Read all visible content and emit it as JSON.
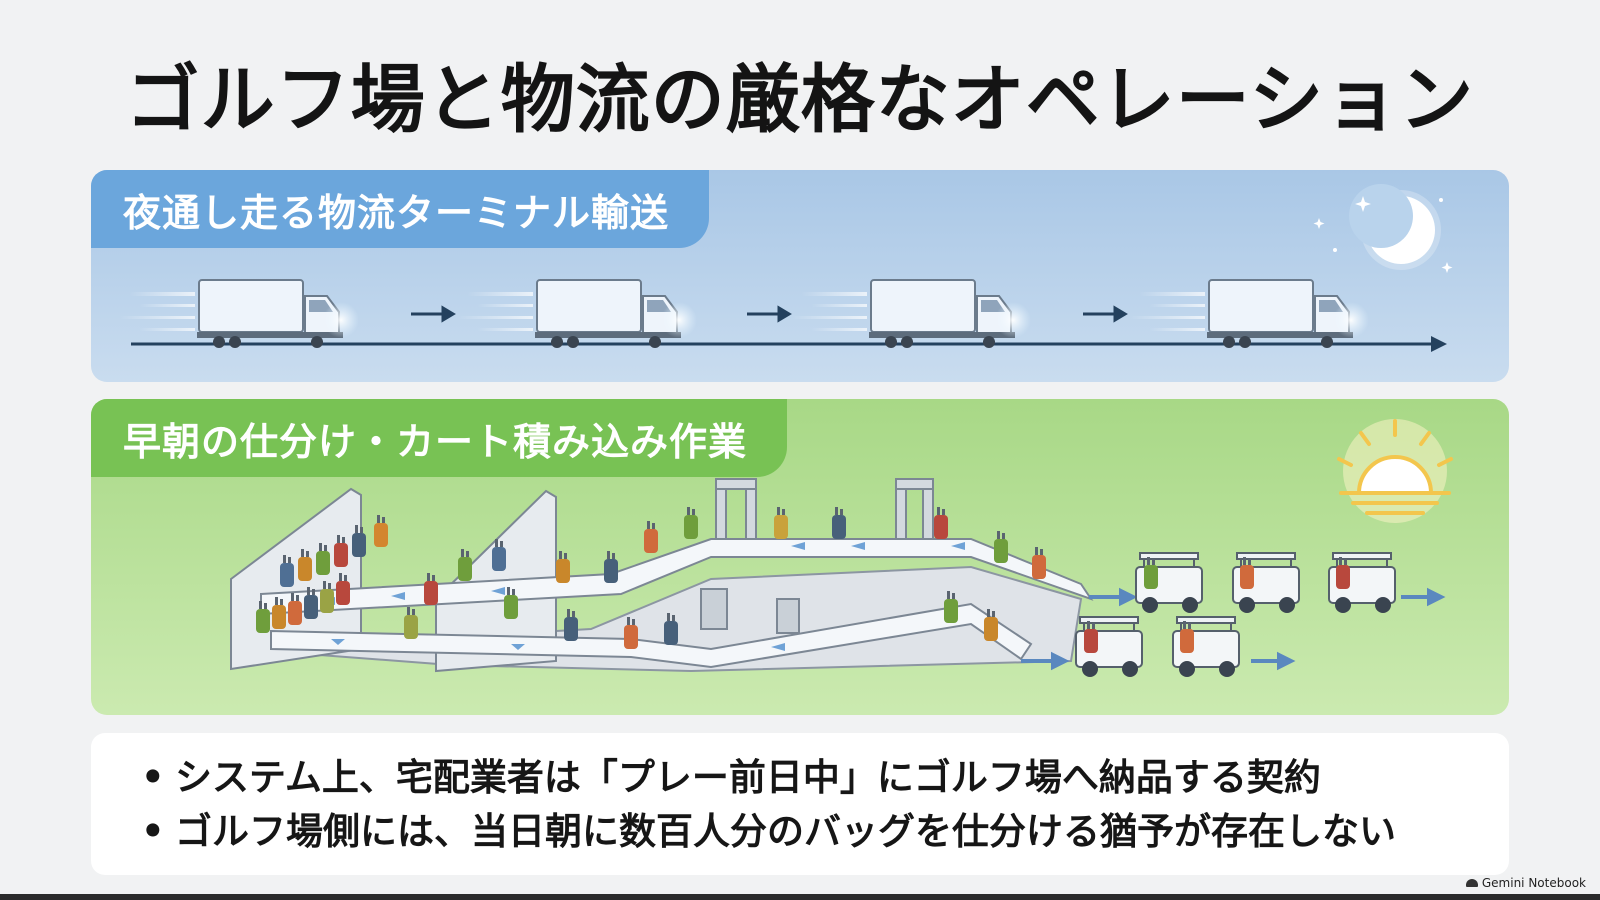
{
  "title": "ゴルフ場と物流の厳格なオペレーション",
  "night_section": {
    "label": "夜通し走る物流ターミナル輸送",
    "icon": "moon-stars-icon",
    "background_color": "#a9c7e6",
    "label_color": "#6ba6dc",
    "illustration": "trucks-convoy"
  },
  "morning_section": {
    "label": "早朝の仕分け・カート積み込み作業",
    "icon": "sunrise-icon",
    "background_color": "#a8d886",
    "label_color": "#78c254",
    "illustration": "sorting-conveyor-golf-bags-to-carts"
  },
  "notes": [
    "システム上、宅配業者は「プレー前日中」にゴルフ場へ納品する契約",
    "ゴルフ場側には、当日朝に数百人分のバッグを仕分ける猶予が存在しない"
  ],
  "brand": "Gemini Notebook"
}
